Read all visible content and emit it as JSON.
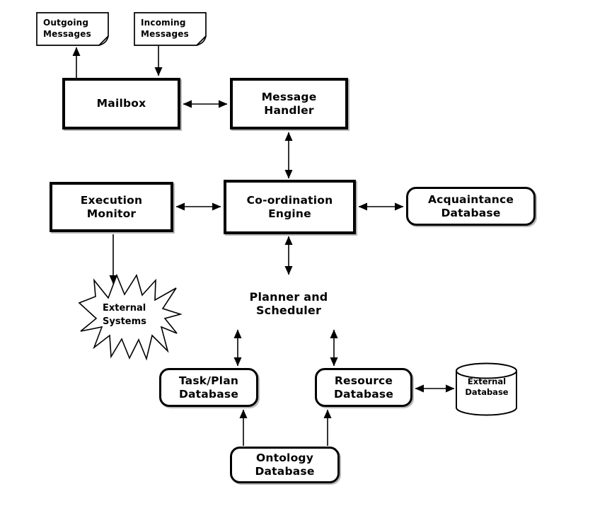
{
  "diagram": {
    "background_color": "#ffffff",
    "stroke_color": "#000000",
    "text_color": "#000000",
    "nodes": {
      "outgoing_messages": {
        "label": "Outgoing\nMessages",
        "shape": "note"
      },
      "incoming_messages": {
        "label": "Incoming\nMessages",
        "shape": "note"
      },
      "mailbox": {
        "label": "Mailbox",
        "shape": "rect"
      },
      "message_handler": {
        "label": "Message\nHandler",
        "shape": "rect"
      },
      "execution_monitor": {
        "label": "Execution\nMonitor",
        "shape": "rect"
      },
      "coordination_engine": {
        "label": "Co-ordination\nEngine",
        "shape": "rect"
      },
      "acquaintance_database": {
        "label": "Acquaintance\nDatabase",
        "shape": "rounded-rect"
      },
      "external_systems": {
        "label": "External\nSystems",
        "shape": "starburst"
      },
      "planner_scheduler": {
        "label": "Planner and\nScheduler",
        "shape": "text-only"
      },
      "task_plan_database": {
        "label": "Task/Plan\nDatabase",
        "shape": "rounded-rect"
      },
      "resource_database": {
        "label": "Resource\nDatabase",
        "shape": "rounded-rect"
      },
      "external_database": {
        "label": "External\nDatabase",
        "shape": "cylinder"
      },
      "ontology_database": {
        "label": "Ontology\nDatabase",
        "shape": "rounded-rect"
      }
    },
    "edges": [
      {
        "from": "mailbox",
        "to": "outgoing_messages",
        "direction": "one-way"
      },
      {
        "from": "incoming_messages",
        "to": "mailbox",
        "direction": "one-way"
      },
      {
        "from": "mailbox",
        "to": "message_handler",
        "direction": "two-way"
      },
      {
        "from": "message_handler",
        "to": "coordination_engine",
        "direction": "two-way"
      },
      {
        "from": "execution_monitor",
        "to": "coordination_engine",
        "direction": "two-way"
      },
      {
        "from": "coordination_engine",
        "to": "acquaintance_database",
        "direction": "two-way"
      },
      {
        "from": "execution_monitor",
        "to": "external_systems",
        "direction": "one-way"
      },
      {
        "from": "coordination_engine",
        "to": "planner_scheduler",
        "direction": "two-way"
      },
      {
        "from": "planner_scheduler",
        "to": "task_plan_database",
        "direction": "two-way"
      },
      {
        "from": "planner_scheduler",
        "to": "resource_database",
        "direction": "two-way"
      },
      {
        "from": "resource_database",
        "to": "external_database",
        "direction": "two-way"
      },
      {
        "from": "ontology_database",
        "to": "task_plan_database",
        "direction": "one-way"
      },
      {
        "from": "ontology_database",
        "to": "resource_database",
        "direction": "one-way"
      }
    ]
  }
}
